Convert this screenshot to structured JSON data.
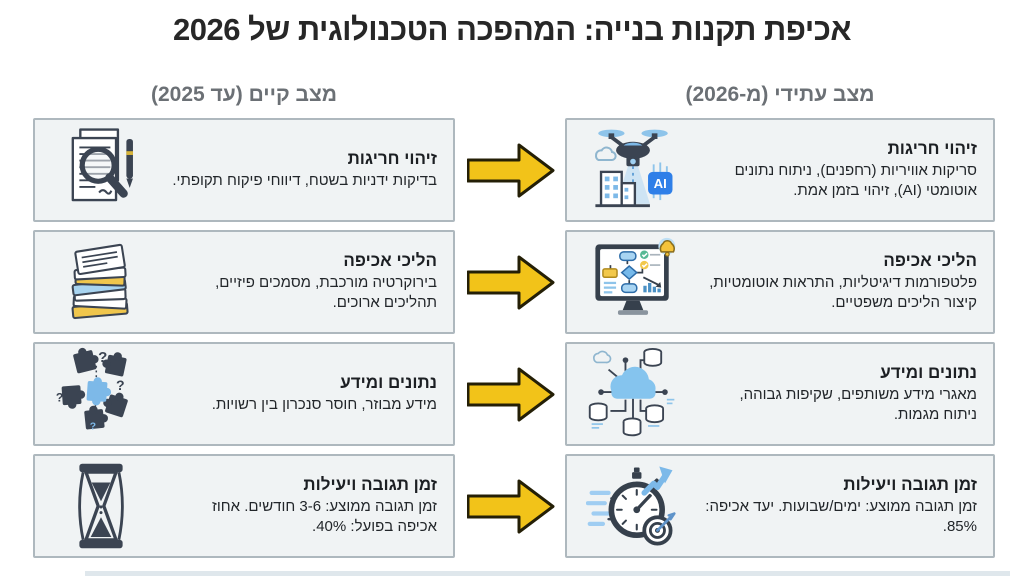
{
  "title": "אכיפת תקנות בנייה: המהפכה הטכנולוגית של 2026",
  "columns": {
    "current": {
      "label": "מצב קיים (עד 2025)"
    },
    "future": {
      "label": "מצב עתידי (מ-2026)"
    }
  },
  "rows": [
    {
      "current": {
        "title": "זיהוי חריגות",
        "text": "בדיקות ידניות בשטח, דיווחי פיקוח תקופתי.",
        "icon": "documents-magnifier-icon"
      },
      "future": {
        "title": "זיהוי חריגות",
        "text": "סריקות אוויריות (רחפנים), ניתוח נתונים אוטומטי (AI), זיהוי בזמן אמת.",
        "icon": "drone-ai-scan-icon"
      }
    },
    {
      "current": {
        "title": "הליכי אכיפה",
        "text": "בירוקרטיה מורכבת, מסמכים פיזיים, תהליכים ארוכים.",
        "icon": "paper-stack-icon"
      },
      "future": {
        "title": "הליכי אכיפה",
        "text": "פלטפורמות דיגיטליות, התראות אוטומטיות, קיצור הליכים משפטיים.",
        "icon": "monitor-flowchart-alert-icon"
      }
    },
    {
      "current": {
        "title": "נתונים ומידע",
        "text": "מידע מבוזר, חוסר סנכרון בין רשויות.",
        "icon": "puzzle-pieces-icon"
      },
      "future": {
        "title": "נתונים ומידע",
        "text": "מאגרי מידע משותפים, שקיפות גבוהה, ניתוח מגמות.",
        "icon": "cloud-database-network-icon"
      }
    },
    {
      "current": {
        "title": "זמן תגובה ויעילות",
        "text": "זמן תגובה ממוצע: 3-6 חודשים. אחוז אכיפה בפועל: 40%.",
        "icon": "hourglass-icon"
      },
      "future": {
        "title": "זמן תגובה ויעילות",
        "text": "זמן תגובה ממוצע: ימים/שבועות. יעד אכיפה: 85%.",
        "icon": "stopwatch-target-icon"
      }
    }
  ],
  "icons": {
    "arrow": "right-arrow-icon",
    "ai_badge_label": "AI",
    "question_mark": "?"
  },
  "colors": {
    "arrow_fill": "#F2C319",
    "arrow_stroke": "#241F06",
    "card_bg": "#F0F3F4",
    "card_border": "#AEB8BE",
    "header_text": "#6B7075",
    "title_text": "#272727",
    "body_text": "#22262A",
    "icon_dark": "#3B4452",
    "icon_blue": "#85C4EE",
    "icon_yellow": "#F2C84B",
    "ai_badge_blue": "#2F7FE8",
    "bottom_bar": "#DFE7EC"
  }
}
